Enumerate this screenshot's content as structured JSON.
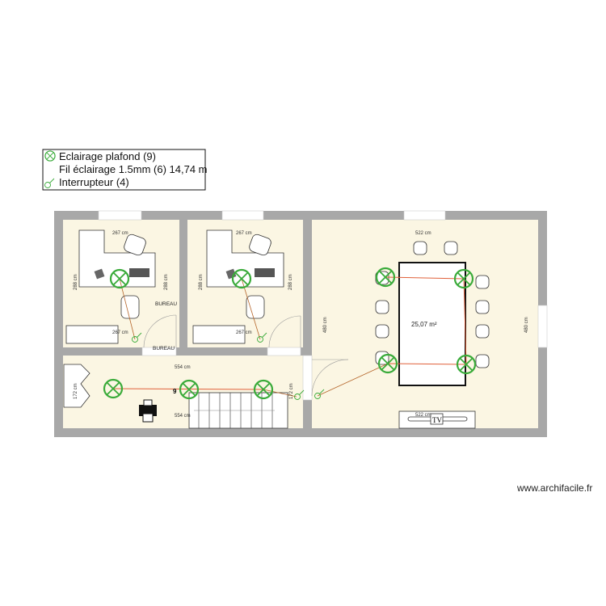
{
  "legend": {
    "items": [
      {
        "icon": "ceiling-light-icon",
        "label": "Eclairage plafond (9)"
      },
      {
        "icon": "wire-icon",
        "label": "Fil éclairage 1.5mm (6) 14,74 m"
      },
      {
        "icon": "switch-icon",
        "label": "Interrupteur (4)"
      }
    ]
  },
  "office1": {
    "width_top": "267 cm",
    "width_bottom": "267 cm",
    "height_left": "288 cm",
    "height_right": "288 cm",
    "label": "BUREAU",
    "door_label": "BUREAU"
  },
  "office2": {
    "width_top": "267 cm",
    "width_bottom": "267 cm",
    "height_left": "288 cm",
    "height_right": "288 cm"
  },
  "hall": {
    "width_top": "554 cm",
    "width_bottom": "554 cm",
    "height_left": "172 cm",
    "height_right": "172 cm",
    "wire_count": "9"
  },
  "meeting": {
    "width_top": "522 cm",
    "width_bottom": "522 cm",
    "height_left": "480 cm",
    "height_right": "480 cm",
    "area": "25,07 m²",
    "tv": "TV"
  },
  "colors": {
    "wall": "#a8a8a8",
    "floor": "#fbf6e3",
    "light": "#3aab3a",
    "wire": "#e0603a"
  },
  "credit": "www.archifacile.fr"
}
